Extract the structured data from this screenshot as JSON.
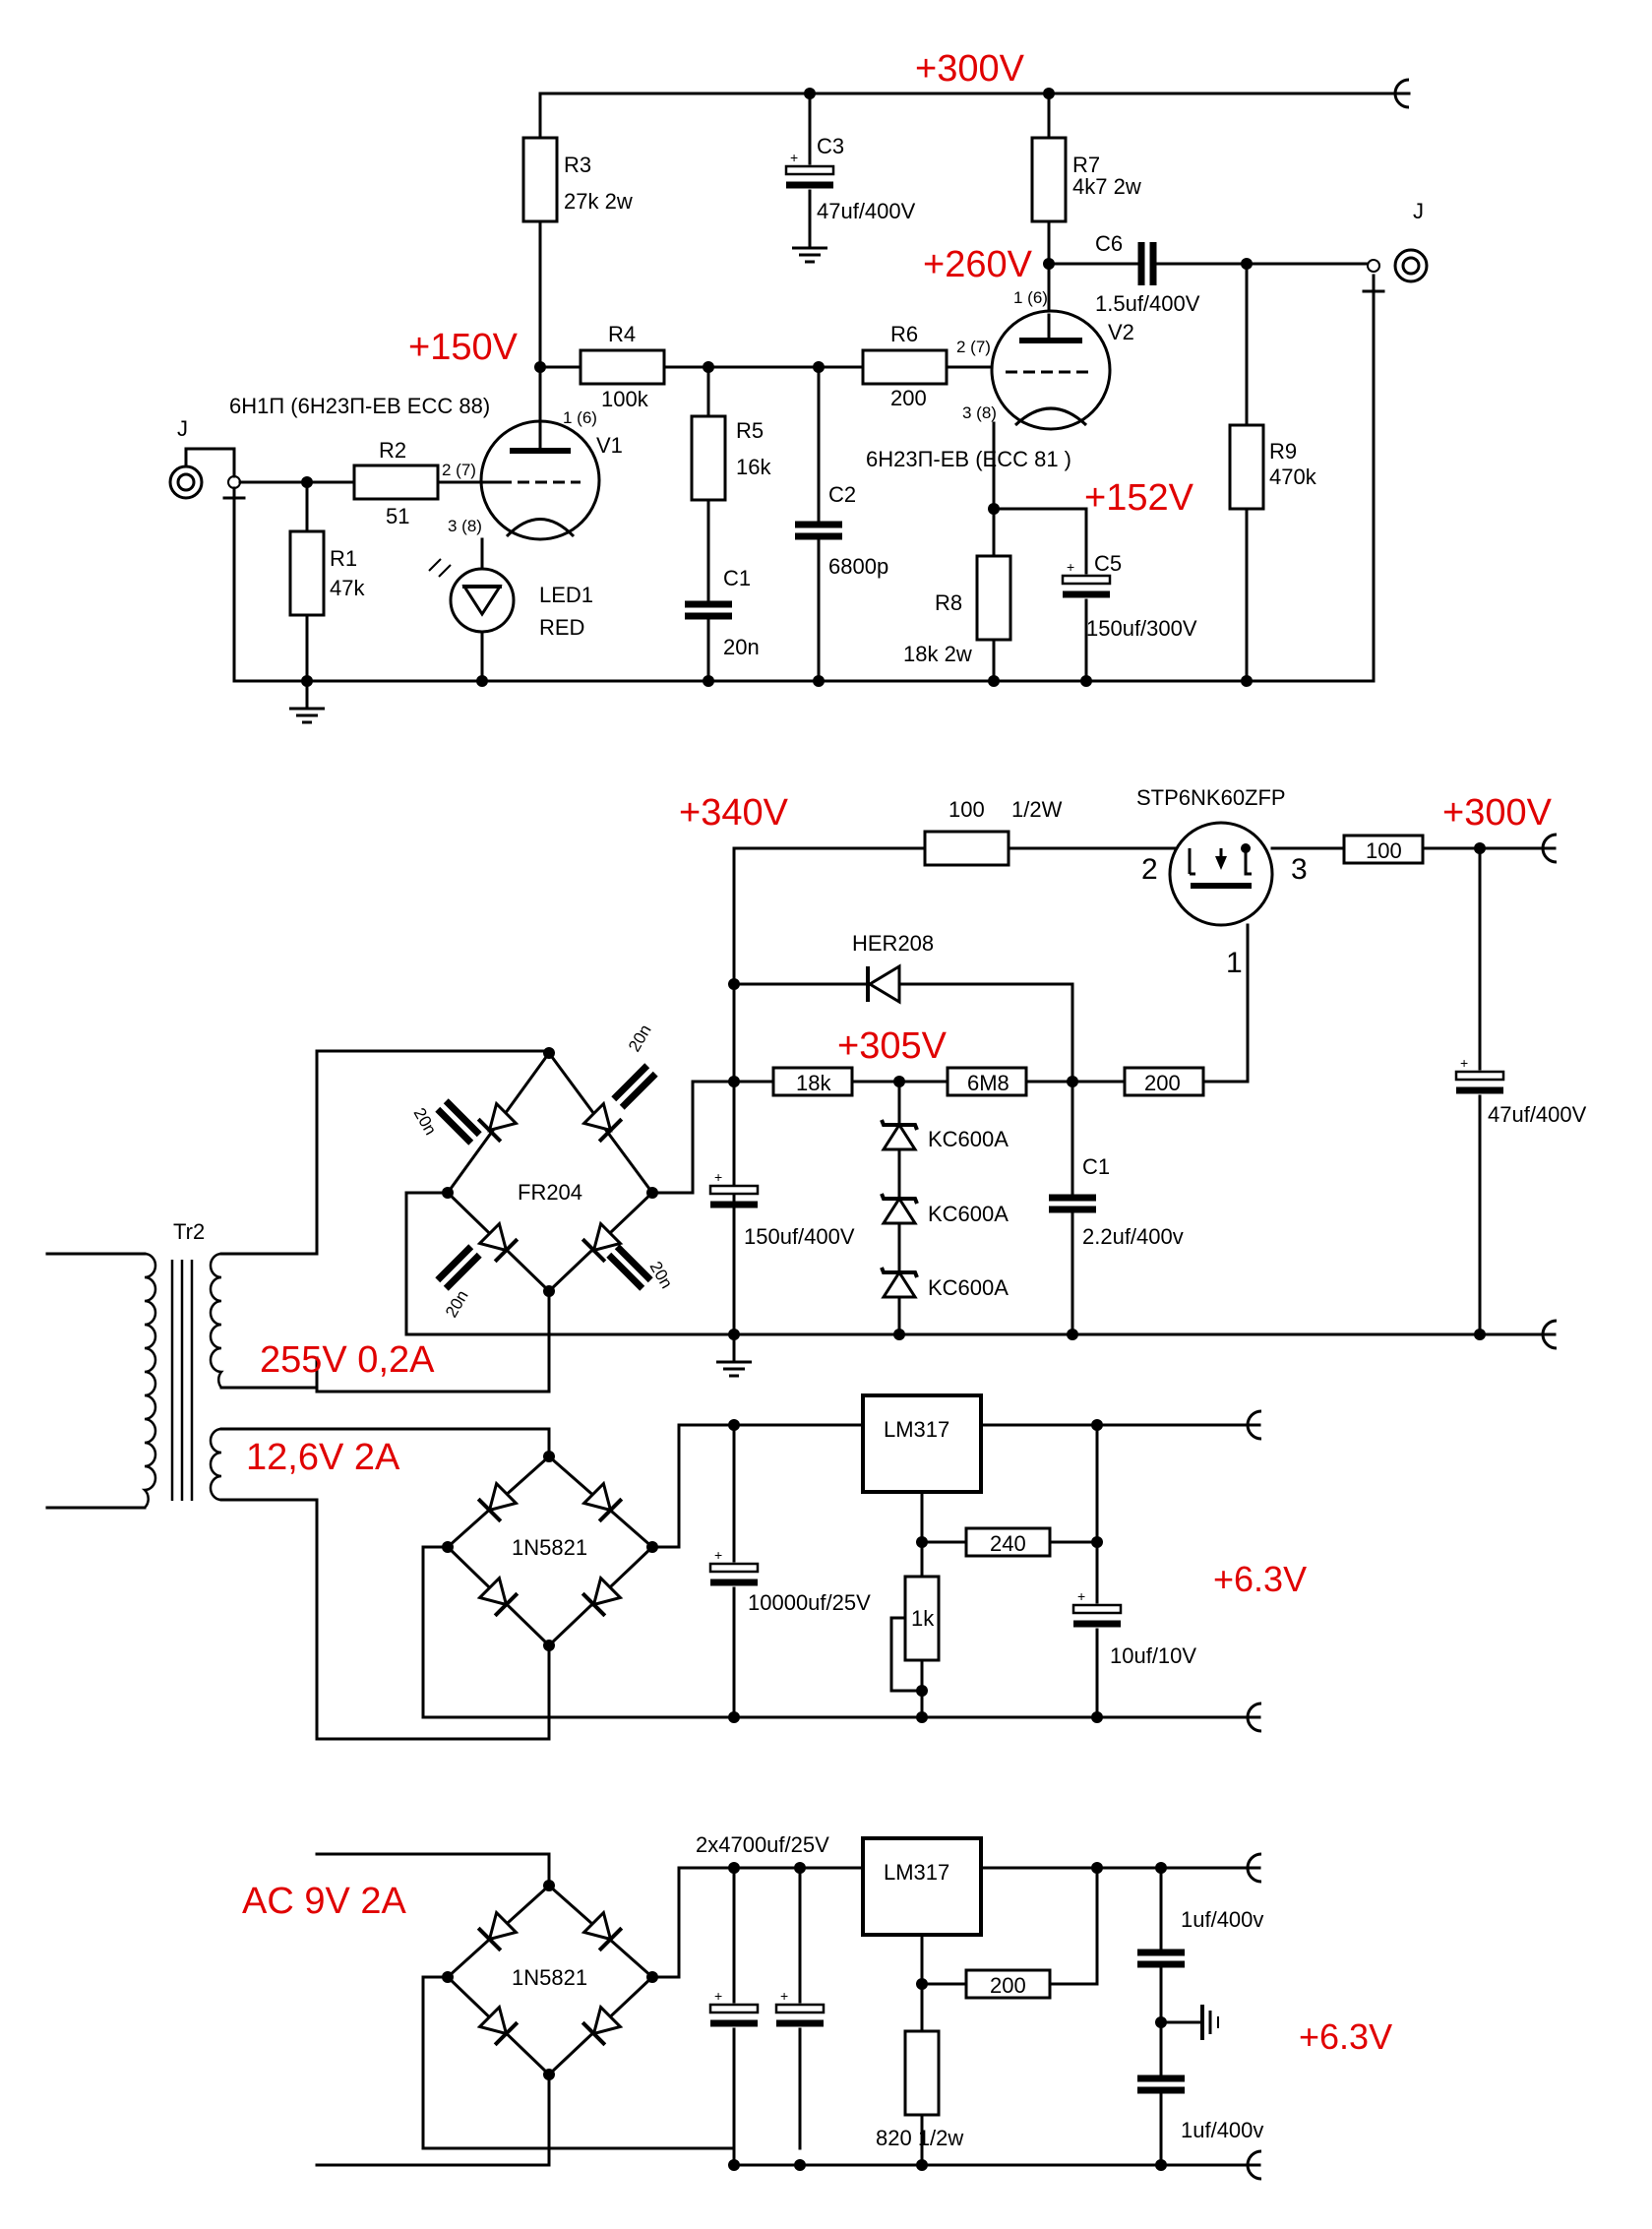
{
  "preamp": {
    "tube1_type": "6Н1П (6Н23П-ЕВ  ECC 88)",
    "tube2_type": "6Н23П-ЕВ (ECC 81 )",
    "tube1_name": "V1",
    "tube2_name": "V2",
    "in_jack": "J",
    "out_jack": "J",
    "voltages": {
      "b_plus": "+300V",
      "v1_anode": "+150V",
      "v2_anode": "+260V",
      "v2_cathode": "+152V"
    },
    "pins": {
      "anode": "1 (6)",
      "grid": "2 (7)",
      "cathode": "3 (8)"
    },
    "R1": {
      "ref": "R1",
      "val": "47k"
    },
    "R2": {
      "ref": "R2",
      "val": "51"
    },
    "R3": {
      "ref": "R3",
      "val": "27k   2w"
    },
    "R4": {
      "ref": "R4",
      "val": "100k"
    },
    "R5": {
      "ref": "R5",
      "val": "16k"
    },
    "R6": {
      "ref": "R6",
      "val": "200"
    },
    "R7": {
      "ref": "R7",
      "val": "4k7   2w"
    },
    "R8": {
      "ref": "R8",
      "val": "18k   2w"
    },
    "R9": {
      "ref": "R9",
      "val": "470k"
    },
    "C1": {
      "ref": "C1",
      "val": "20n"
    },
    "C2": {
      "ref": "C2",
      "val": "6800p"
    },
    "C3": {
      "ref": "C3",
      "val": "47uf/400V"
    },
    "C5": {
      "ref": "C5",
      "val": "150uf/300V"
    },
    "C6": {
      "ref": "C6",
      "val": "1.5uf/400V"
    },
    "LED1": {
      "ref": "LED1",
      "val": "RED"
    }
  },
  "hv_supply": {
    "voltages": {
      "raw": "+340V",
      "ref": "+305V",
      "out": "+300V"
    },
    "transformer": "Tr2",
    "hv_winding": "255V 0,2A",
    "lv_winding": "12,6V  2A",
    "bridge": "FR204",
    "bridge_caps": [
      "20n",
      "20n",
      "20n",
      "20n"
    ],
    "r_gate": {
      "val": "100",
      "w": "1/2W"
    },
    "mosfet": "STP6NK60ZFP",
    "pins": {
      "g": "1",
      "d": "2",
      "s": "3"
    },
    "r_out": "100",
    "diode": "HER208",
    "r_18k": "18k",
    "r_6m8": "6M8",
    "r_200": "200",
    "zeners": [
      "KC600A",
      "KC600A",
      "KC600A"
    ],
    "c_filter": "150uf/400V",
    "c1": {
      "ref": "C1",
      "val": "2.2uf/400v"
    },
    "c_out": "47uf/400V"
  },
  "heater1": {
    "bridge": "1N5821",
    "c_in": "10000uf/25V",
    "reg": "LM317",
    "r_top": "240",
    "pot": "1k",
    "c_out": "10uf/10V",
    "v_out": "+6.3V"
  },
  "heater2": {
    "ac_in": "AC 9V  2A",
    "bridge": "1N5821",
    "c_in": "2x4700uf/25V",
    "reg": "LM317",
    "r_top": "200",
    "r_bot": "820  1/2w",
    "c_top": "1uf/400v",
    "c_bot": "1uf/400v",
    "v_out": "+6.3V"
  }
}
